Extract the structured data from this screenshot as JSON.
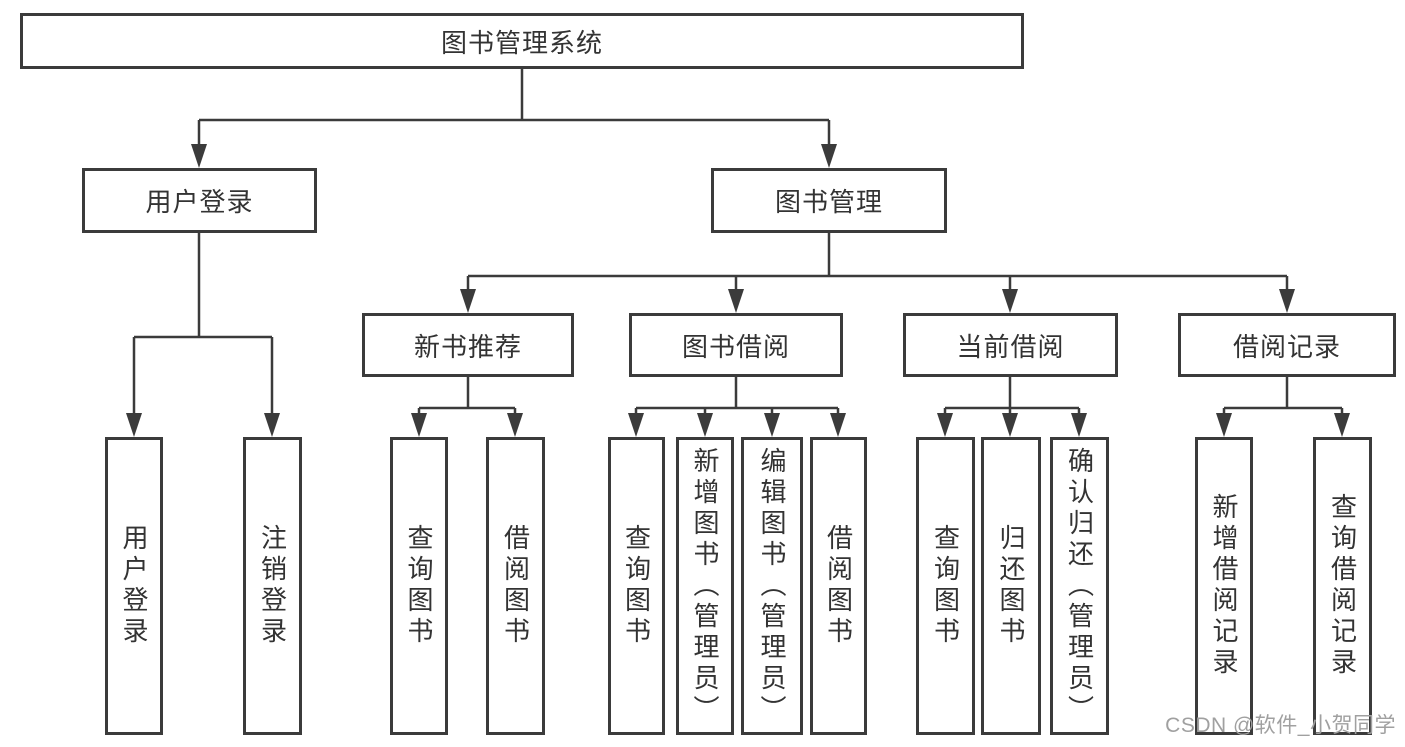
{
  "tree": {
    "root": {
      "label": "图书管理系统",
      "children": [
        {
          "label": "用户登录",
          "children": [
            {
              "label": "用户登录"
            },
            {
              "label": "注销登录"
            }
          ]
        },
        {
          "label": "图书管理",
          "children": [
            {
              "label": "新书推荐",
              "children": [
                {
                  "label": "查询图书"
                },
                {
                  "label": "借阅图书"
                }
              ]
            },
            {
              "label": "图书借阅",
              "children": [
                {
                  "label": "查询图书"
                },
                {
                  "label": "新增图书（管理员）"
                },
                {
                  "label": "编辑图书（管理员）"
                },
                {
                  "label": "借阅图书"
                }
              ]
            },
            {
              "label": "当前借阅",
              "children": [
                {
                  "label": "查询图书"
                },
                {
                  "label": "归还图书"
                },
                {
                  "label": "确认归还（管理员）"
                }
              ]
            },
            {
              "label": "借阅记录",
              "children": [
                {
                  "label": "新增借阅记录"
                },
                {
                  "label": "查询借阅记录"
                }
              ]
            }
          ]
        }
      ]
    }
  },
  "watermark": {
    "text": "CSDN @软件_小贺同学"
  },
  "colors": {
    "line": "#3b3b3b",
    "text": "#333333",
    "watermark": "#a0a0a0",
    "background": "#ffffff"
  }
}
